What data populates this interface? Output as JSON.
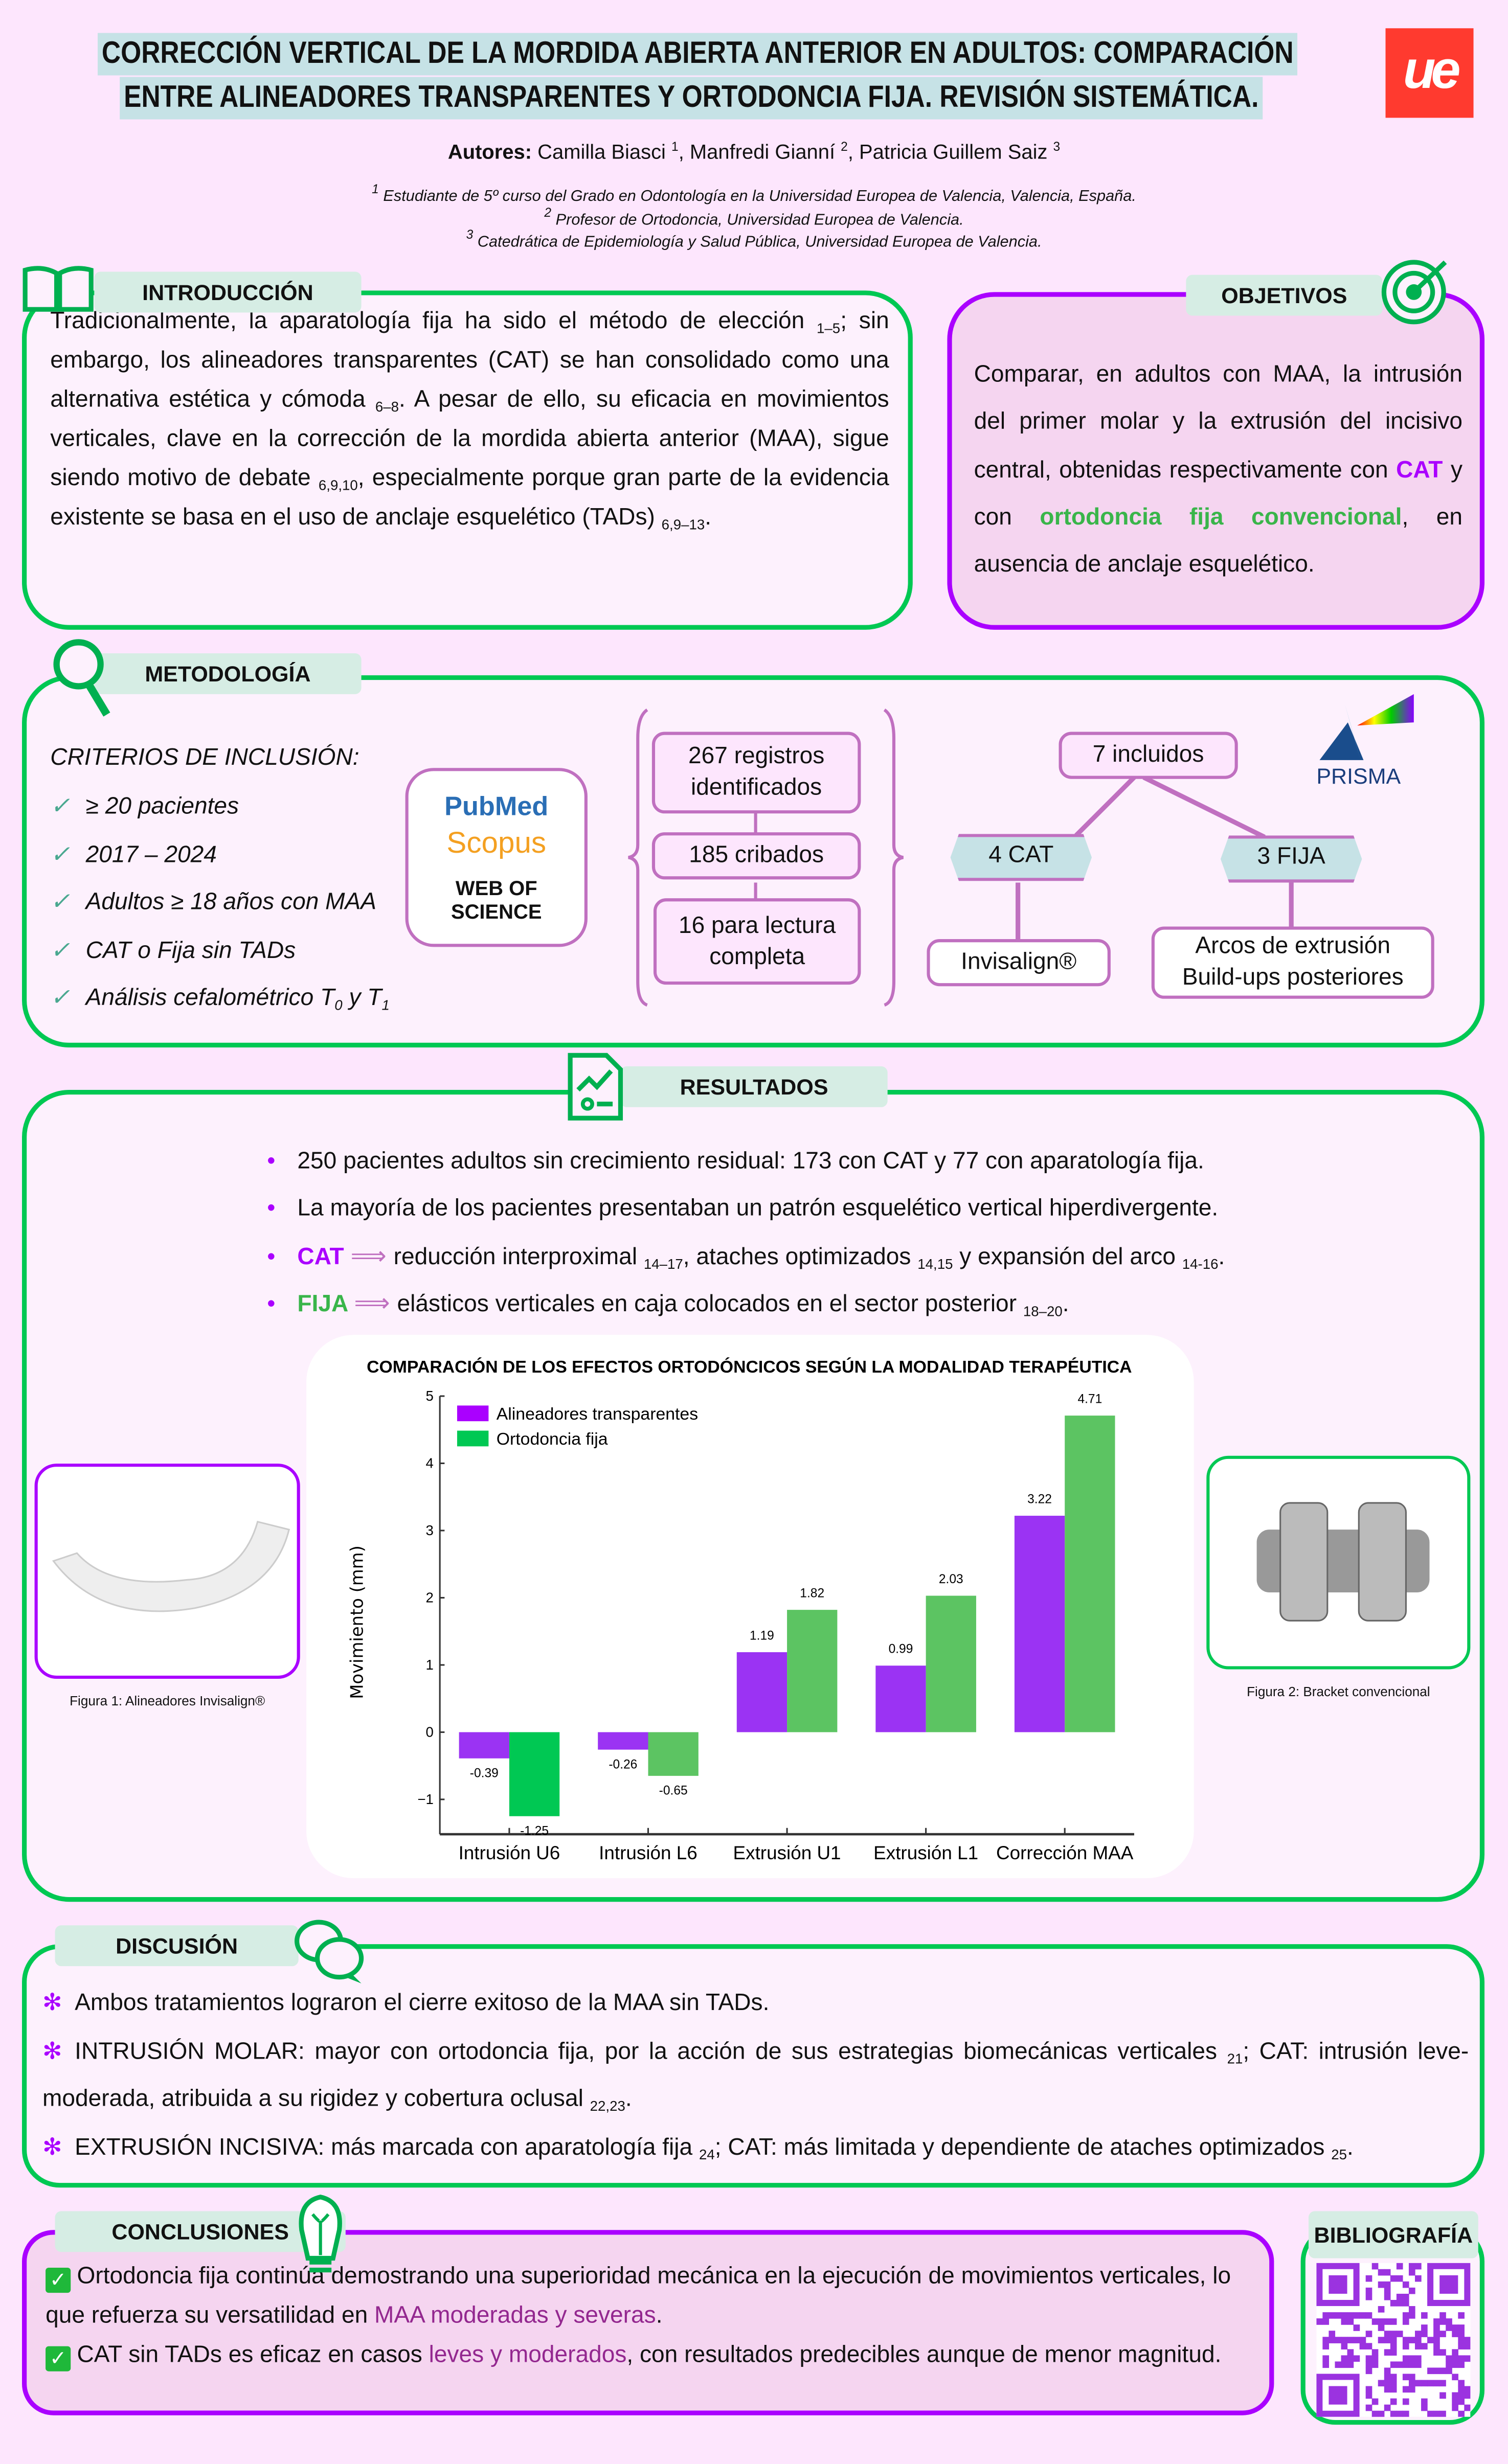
{
  "header": {
    "title_line1": "CORRECCIÓN VERTICAL DE LA MORDIDA ABIERTA ANTERIOR EN ADULTOS: COMPARACIÓN",
    "title_line2": "ENTRE ALINEADORES TRANSPARENTES Y ORTODONCIA FIJA. REVISIÓN SISTEMÁTICA.",
    "logo": "ue",
    "authors_label": "Autores:",
    "authors": [
      {
        "name": " Camilla Biasci ",
        "sup": "1"
      },
      {
        "name": ", Manfredi Gianní ",
        "sup": "2"
      },
      {
        "name": ", Patricia Guillem Saiz ",
        "sup": "3"
      }
    ],
    "affiliations": [
      {
        "sup": "1",
        "text": " Estudiante de 5º curso del Grado en Odontología en la Universidad Europea de Valencia, Valencia, España."
      },
      {
        "sup": "2",
        "text": " Profesor de Ortodoncia, Universidad Europea de Valencia."
      },
      {
        "sup": "3",
        "text": " Catedrática de Epidemiología y Salud Pública, Universidad Europea de Valencia."
      }
    ]
  },
  "intro": {
    "title": "INTRODUCCIÓN",
    "icon": "book-icon",
    "text": [
      {
        "t": "Tradicionalmente, la aparatología fija ha sido el método de elección "
      },
      {
        "t": "1–5",
        "sub": true
      },
      {
        "t": "; sin embargo, los alineadores transparentes (CAT) se han consolidado como una alternativa estética y cómoda "
      },
      {
        "t": "6–8",
        "sub": true
      },
      {
        "t": ". A pesar de ello, su eficacia en movimientos verticales, clave en la corrección de la mordida abierta anterior (MAA), sigue siendo motivo de debate "
      },
      {
        "t": "6,9,10",
        "sub": true
      },
      {
        "t": ", especialmente porque gran parte de la evidencia existente se basa en el uso de anclaje esquelético (TADs) "
      },
      {
        "t": "6,9–13",
        "sub": true
      },
      {
        "t": "."
      }
    ]
  },
  "objectives": {
    "title": "OBJETIVOS",
    "icon": "target-icon",
    "text": [
      {
        "t": "Comparar, en adultos con MAA, la intrusión del primer molar y la extrusión del incisivo central, obtenidas respectivamente con "
      },
      {
        "t": "CAT",
        "cls": "purple"
      },
      {
        "t": " y con "
      },
      {
        "t": "ortodoncia fija convencional",
        "cls": "green"
      },
      {
        "t": ", en ausencia de anclaje esquelético."
      }
    ]
  },
  "methods": {
    "title": "METODOLOGÍA",
    "icon": "magnifier-icon",
    "criteria_title": "CRITERIOS DE INCLUSIÓN:",
    "criteria": [
      [
        {
          "t": "≥ 20 pacientes"
        }
      ],
      [
        {
          "t": "2017 – 2024"
        }
      ],
      [
        {
          "t": "Adultos ≥ 18 años con MAA"
        }
      ],
      [
        {
          "t": "CAT o Fija sin TADs"
        }
      ],
      [
        {
          "t": "Análisis cefalométrico T"
        },
        {
          "t": "0",
          "sub": true
        },
        {
          "t": " y T"
        },
        {
          "t": "1",
          "sub": true
        }
      ]
    ],
    "databases": {
      "pubmed": "PubMed",
      "scopus": "Scopus",
      "wos": "WEB OF SCIENCE"
    },
    "flow": [
      "267 registros identificados",
      "185 cribados",
      "16 para lectura completa"
    ],
    "included": "7 incluidos",
    "cat": "4 CAT",
    "fija": "3 FIJA",
    "cat_detail": "Invisalign®",
    "fija_detail": [
      "Arcos de extrusión",
      "Build-ups posteriores"
    ],
    "prisma": "PRISMA"
  },
  "results": {
    "title": "RESULTADOS",
    "icon": "chart-document-icon",
    "bullets": [
      [
        {
          "t": "250 pacientes adultos sin crecimiento residual: 173 con CAT y 77 con aparatología fija."
        }
      ],
      [
        {
          "t": "La mayoría de los pacientes presentaban un patrón esquelético vertical hiperdivergente."
        }
      ],
      [
        {
          "t": "CAT ",
          "cls": "purple"
        },
        {
          "t": "⟹ ",
          "cls": "arrow"
        },
        {
          "t": "reducción interproximal "
        },
        {
          "t": "14–17",
          "sub": true
        },
        {
          "t": ", ataches optimizados "
        },
        {
          "t": "14,15",
          "sub": true
        },
        {
          "t": " y expansión del arco "
        },
        {
          "t": "14-16",
          "sub": true
        },
        {
          "t": "."
        }
      ],
      [
        {
          "t": "FIJA ",
          "cls": "green"
        },
        {
          "t": "⟹ ",
          "cls": "arrow"
        },
        {
          "t": "elásticos verticales en caja colocados en el sector posterior "
        },
        {
          "t": "18–20",
          "sub": true
        },
        {
          "t": "."
        }
      ]
    ],
    "figure1_caption": "Figura 1: Alineadores Invisalign®",
    "figure2_caption": "Figura 2: Bracket convencional"
  },
  "chart_data": {
    "type": "bar",
    "title": "COMPARACIÓN DE LOS EFECTOS ORTODÓNCICOS SEGÚN LA MODALIDAD TERAPÉUTICA",
    "xlabel": "",
    "ylabel": "Movimiento (mm)",
    "ylim": [
      -1.5,
      5
    ],
    "yticks": [
      -1,
      0,
      1,
      2,
      3,
      4,
      5
    ],
    "ytick_labels": [
      "−1",
      "0",
      "1",
      "2",
      "3",
      "4",
      "5"
    ],
    "categories": [
      "Intrusión U6",
      "Intrusión L6",
      "Extrusión U1",
      "Extrusión L1",
      "Corrección MAA"
    ],
    "series": [
      {
        "name": "Alineadores transparentes",
        "color": "#9b33f3",
        "values": [
          -0.39,
          -0.26,
          1.19,
          0.99,
          3.22
        ]
      },
      {
        "name": "Ortodoncia fija",
        "color": "#5cc462",
        "values": [
          -1.25,
          -0.65,
          1.82,
          2.03,
          4.71
        ]
      }
    ],
    "legend": "top-left",
    "grid": false
  },
  "discussion": {
    "title": "DISCUSIÓN",
    "icon": "chat-bubbles-icon",
    "items": [
      [
        {
          "t": "Ambos tratamientos lograron el cierre exitoso de la MAA sin TADs."
        }
      ],
      [
        {
          "t": "INTRUSIÓN MOLAR: mayor con ortodoncia fija, por la acción de sus estrategias biomecánicas verticales "
        },
        {
          "t": "21",
          "sub": true
        },
        {
          "t": "; CAT: intrusión leve-moderada, atribuida a su rigidez y cobertura oclusal "
        },
        {
          "t": "22,23",
          "sub": true
        },
        {
          "t": "."
        }
      ],
      [
        {
          "t": "EXTRUSIÓN INCISIVA: más marcada con aparatología fija "
        },
        {
          "t": "24",
          "sub": true
        },
        {
          "t": "; CAT: más limitada y dependiente de ataches optimizados "
        },
        {
          "t": "25",
          "sub": true
        },
        {
          "t": "."
        }
      ]
    ]
  },
  "conclusions": {
    "title": "CONCLUSIONES",
    "icon": "lightbulb-icon",
    "items": [
      [
        {
          "t": "Ortodoncia fija continúa demostrando una superioridad mecánica en la ejecución de movimientos verticales, lo que refuerza su versatilidad en "
        },
        {
          "t": "MAA moderadas y severas",
          "cls": "mag"
        },
        {
          "t": "."
        }
      ],
      [
        {
          "t": "CAT sin TADs es eficaz en casos "
        },
        {
          "t": "leves y moderados",
          "cls": "mag"
        },
        {
          "t": ", con resultados predecibles aunque de menor magnitud."
        }
      ]
    ]
  },
  "bibliography": {
    "title": "BIBLIOGRAFÍA",
    "icon": "qr-code-icon"
  }
}
